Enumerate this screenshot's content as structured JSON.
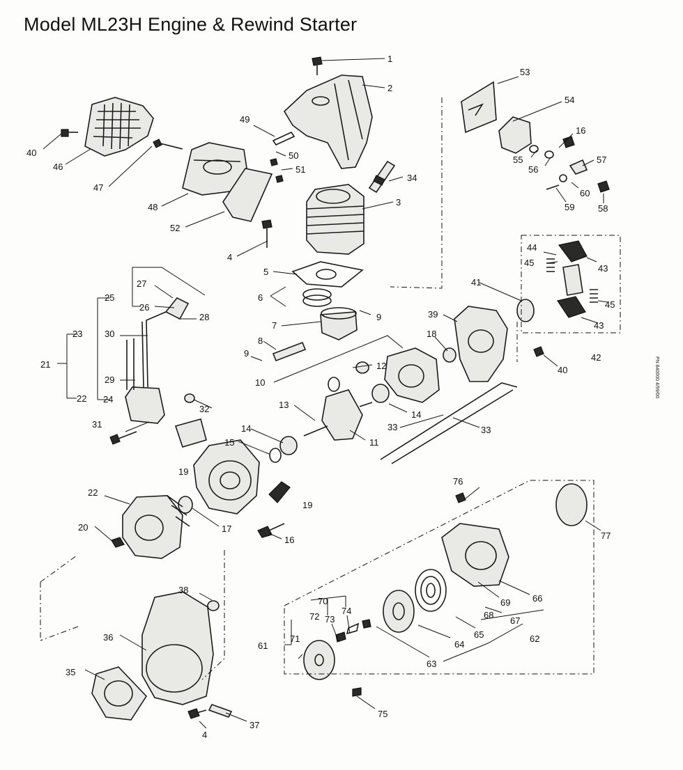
{
  "title": "Model ML23H Engine & Rewind Starter",
  "side_code": "PN 840000 4/99/00",
  "callouts": [
    "1",
    "2",
    "3",
    "4",
    "5",
    "6",
    "7",
    "8",
    "9",
    "9",
    "10",
    "11",
    "12",
    "13",
    "14",
    "14",
    "15",
    "16",
    "16",
    "17",
    "18",
    "19",
    "19",
    "20",
    "21",
    "22",
    "22",
    "23",
    "24",
    "25",
    "26",
    "27",
    "28",
    "29",
    "30",
    "31",
    "32",
    "33",
    "33",
    "34",
    "35",
    "36",
    "37",
    "38",
    "39",
    "40",
    "40",
    "41",
    "42",
    "43",
    "43",
    "44",
    "45",
    "45",
    "46",
    "47",
    "48",
    "49",
    "50",
    "51",
    "52",
    "53",
    "54",
    "55",
    "56",
    "57",
    "58",
    "59",
    "60",
    "61",
    "62",
    "63",
    "64",
    "65",
    "66",
    "67",
    "68",
    "69",
    "70",
    "71",
    "72",
    "73",
    "74",
    "75",
    "76",
    "77",
    "4"
  ]
}
